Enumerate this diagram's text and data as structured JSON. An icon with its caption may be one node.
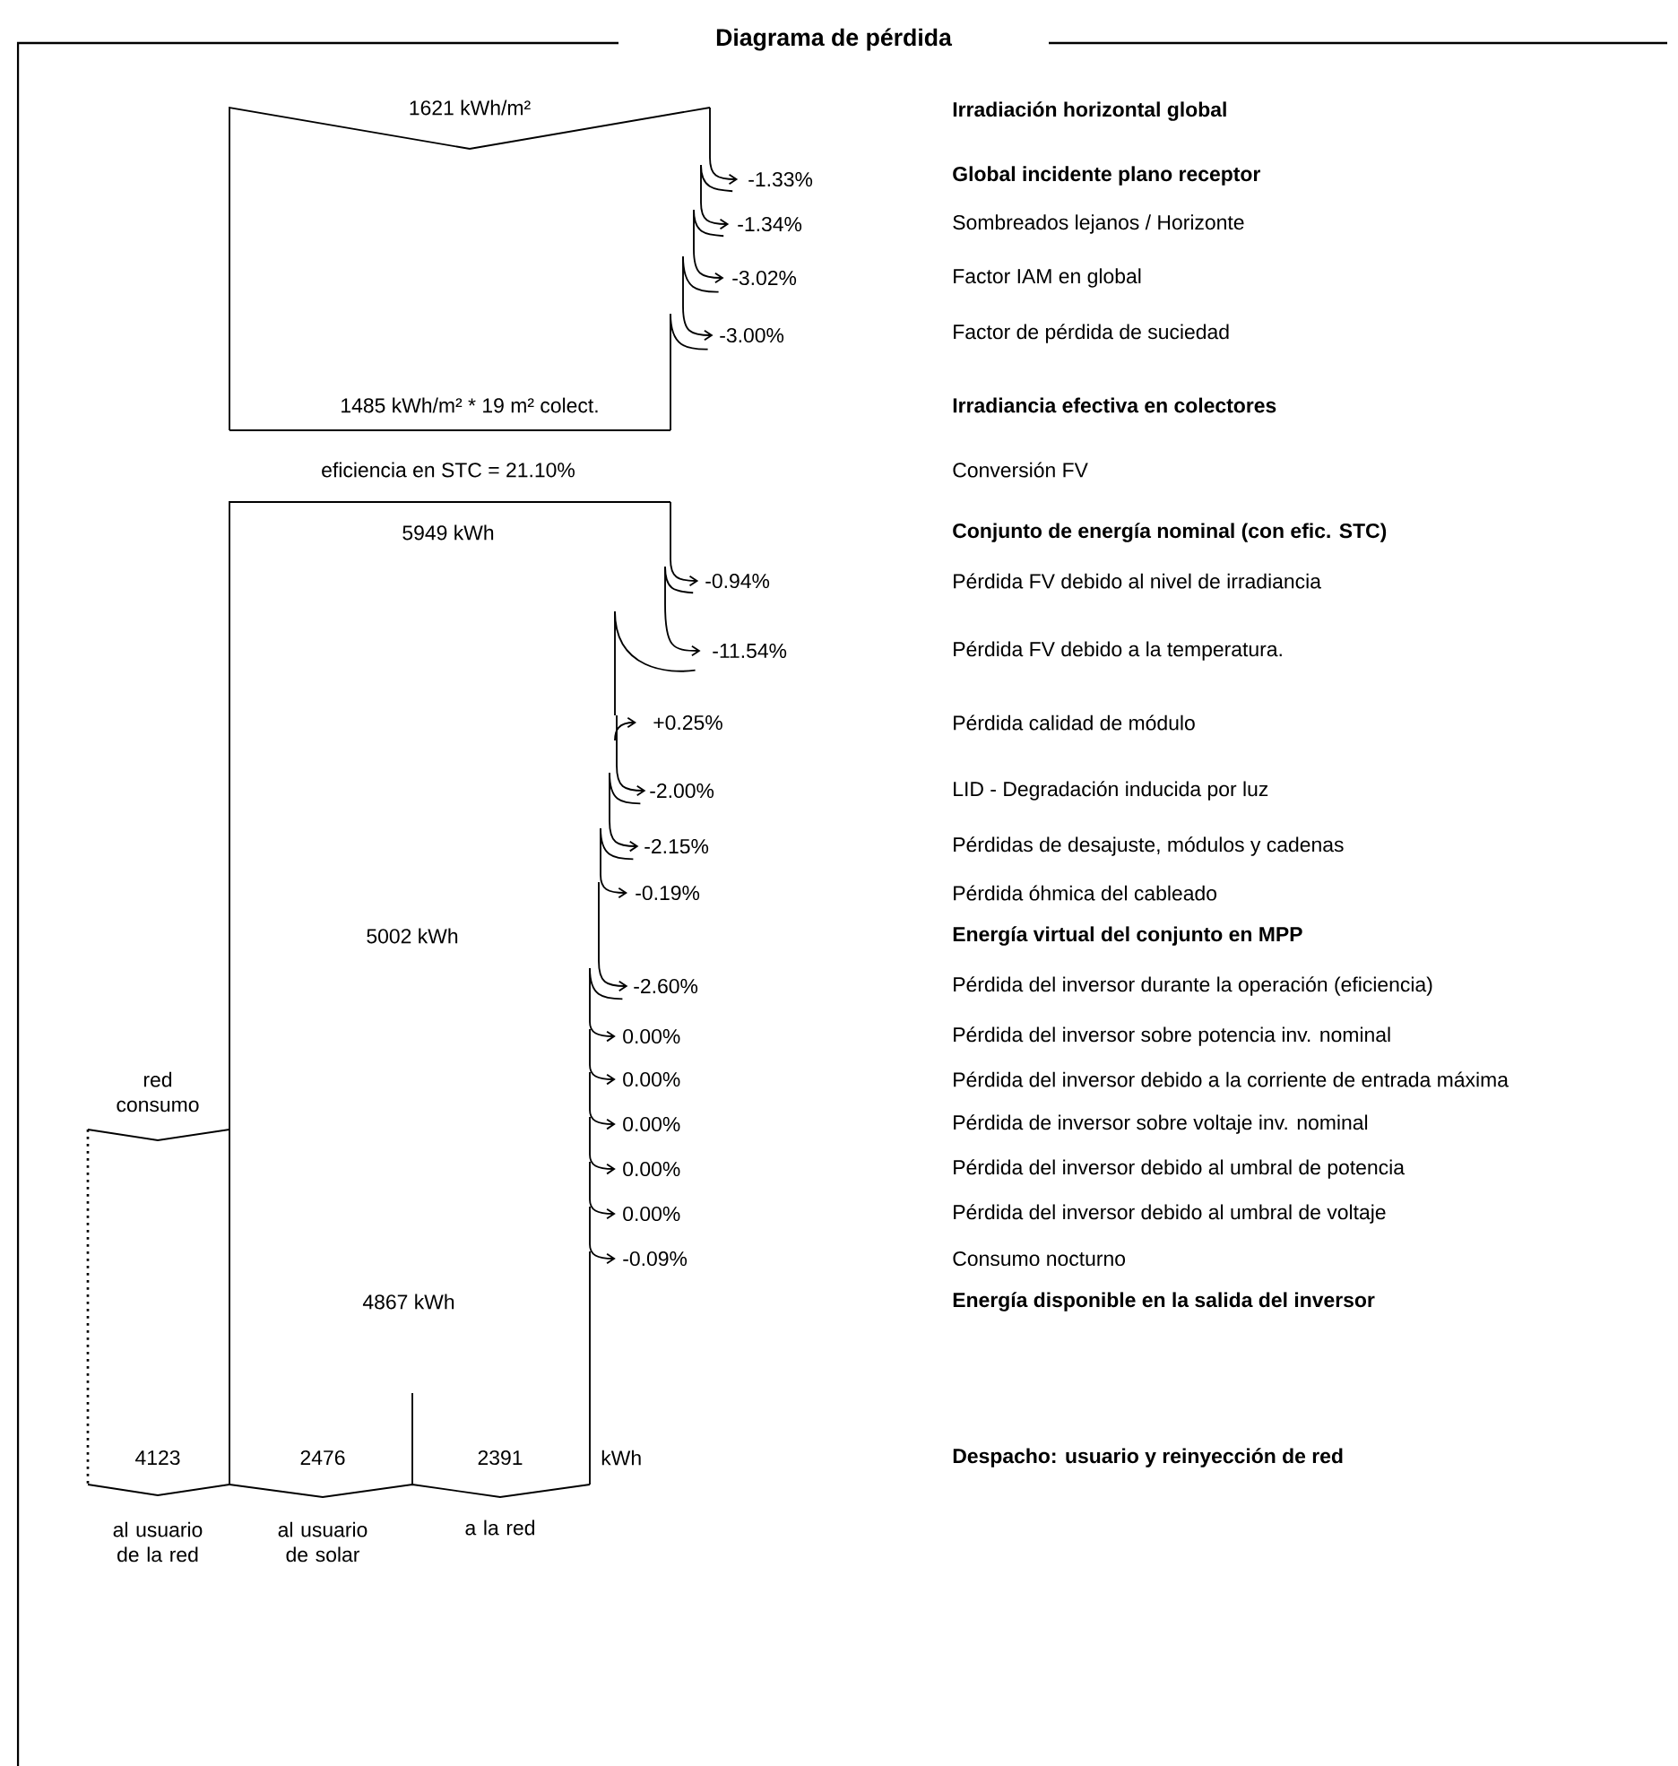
{
  "diagram": {
    "title": "Diagrama de pérdida",
    "labels": [
      "1621 kWh/m²",
      "Irradiación horizontal global",
      "-1.33%",
      "Global incidente plano receptor",
      "-1.34%",
      "Sombreados lejanos / Horizonte",
      "-3.02%",
      "Factor IAM en global",
      "-3.00%",
      "Factor de pérdida de suciedad",
      "1485 kWh/m² * 19 m² colect.",
      "Irradiancia efectiva en colectores",
      "eficiencia en STC = 21.10%",
      "Conversión FV",
      "5949 kWh",
      "Conjunto de energía nominal (con efic. STC)",
      "-0.94%",
      "Pérdida FV debido al nivel de irradiancia",
      "-11.54%",
      "Pérdida FV debido a la temperatura.",
      "+0.25%",
      "Pérdida calidad de módulo",
      "-2.00%",
      "LID - Degradación inducida por luz",
      "-2.15%",
      "Pérdidas de desajuste, módulos y cadenas",
      "-0.19%",
      "Pérdida óhmica del cableado",
      "5002 kWh",
      "Energía virtual del conjunto en MPP",
      "-2.60%",
      "Pérdida del inversor durante la operación (eficiencia)",
      "0.00%",
      "Pérdida del inversor sobre potencia inv. nominal",
      "red consumo",
      "0.00%",
      "Pérdida del inversor debido a la corriente de entrada máxima",
      "0.00%",
      "Pérdida de inversor sobre voltaje inv. nominal",
      "0.00%",
      "Pérdida del inversor debido al umbral de potencia",
      "0.00%",
      "Pérdida del inversor debido al umbral de voltaje",
      "-0.09%",
      "Consumo nocturno",
      "4867 kWh",
      "Energía disponible en la salida del inversor",
      "4123",
      "2476",
      "2391",
      "kWh",
      "Despacho: usuario y reinyección de red",
      "al usuario de la red",
      "al usuario de solar",
      "a la red"
    ]
  }
}
